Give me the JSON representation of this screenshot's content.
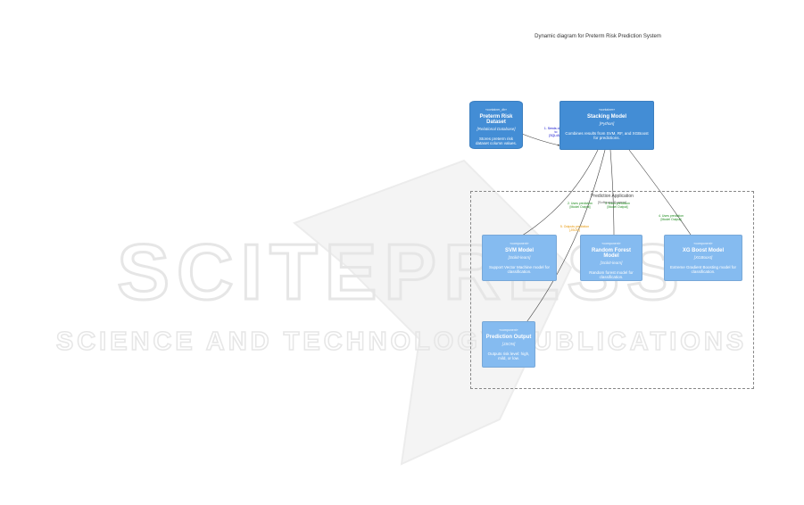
{
  "diagram": {
    "title": "Dynamic diagram for Preterm Risk Prediction System",
    "boundary": {
      "name": "Prediction Application",
      "tech": "[Software System]"
    },
    "nodes": {
      "dataset": {
        "stereotype": "«container_db»",
        "name": "Preterm Risk Dataset",
        "tech": "[Relational Database]",
        "desc": "Stores preterm risk dataset column values."
      },
      "stacking": {
        "stereotype": "«container»",
        "name": "Stacking Model",
        "tech": "[Python]",
        "desc": "Combines results from SVM, RF, and XGBoost for predictions."
      },
      "svm": {
        "stereotype": "«component»",
        "name": "SVM Model",
        "tech": "[Scikit-learn]",
        "desc": "Support Vector Machine model for classification."
      },
      "rf": {
        "stereotype": "«component»",
        "name": "Random Forest Model",
        "tech": "[Scikit-learn]",
        "desc": "Random forest model for classification."
      },
      "xgb": {
        "stereotype": "«component»",
        "name": "XG Boost Model",
        "tech": "[XGBoost]",
        "desc": "Extreme Gradient Boosting model for classification."
      },
      "output": {
        "stereotype": "«component»",
        "name": "Prediction Output",
        "tech": "[JSON]",
        "desc": "Outputs risk level: high, mild, or low."
      }
    },
    "edges": {
      "e1": {
        "label": "1. Sends dataset to",
        "tech": "[SQL/API]"
      },
      "e2": {
        "label": "2. Uses prediction",
        "tech": "[Model Output]"
      },
      "e3": {
        "label": "3. Uses prediction",
        "tech": "[Model Output]"
      },
      "e4": {
        "label": "4. Uses prediction",
        "tech": "[Model Output]"
      },
      "e5": {
        "label": "5. Outputs prediction",
        "tech": "[JSON]"
      }
    },
    "colors": {
      "container": "#438dd5",
      "component": "#85bbf0",
      "edge1": "#0000cc",
      "edge_green": "#1a8a1a",
      "edge_orange": "#e69500"
    }
  },
  "watermark": {
    "line1": "SCITEPRESS",
    "line2": "SCIENCE AND TECHNOLOGY PUBLICATIONS"
  }
}
